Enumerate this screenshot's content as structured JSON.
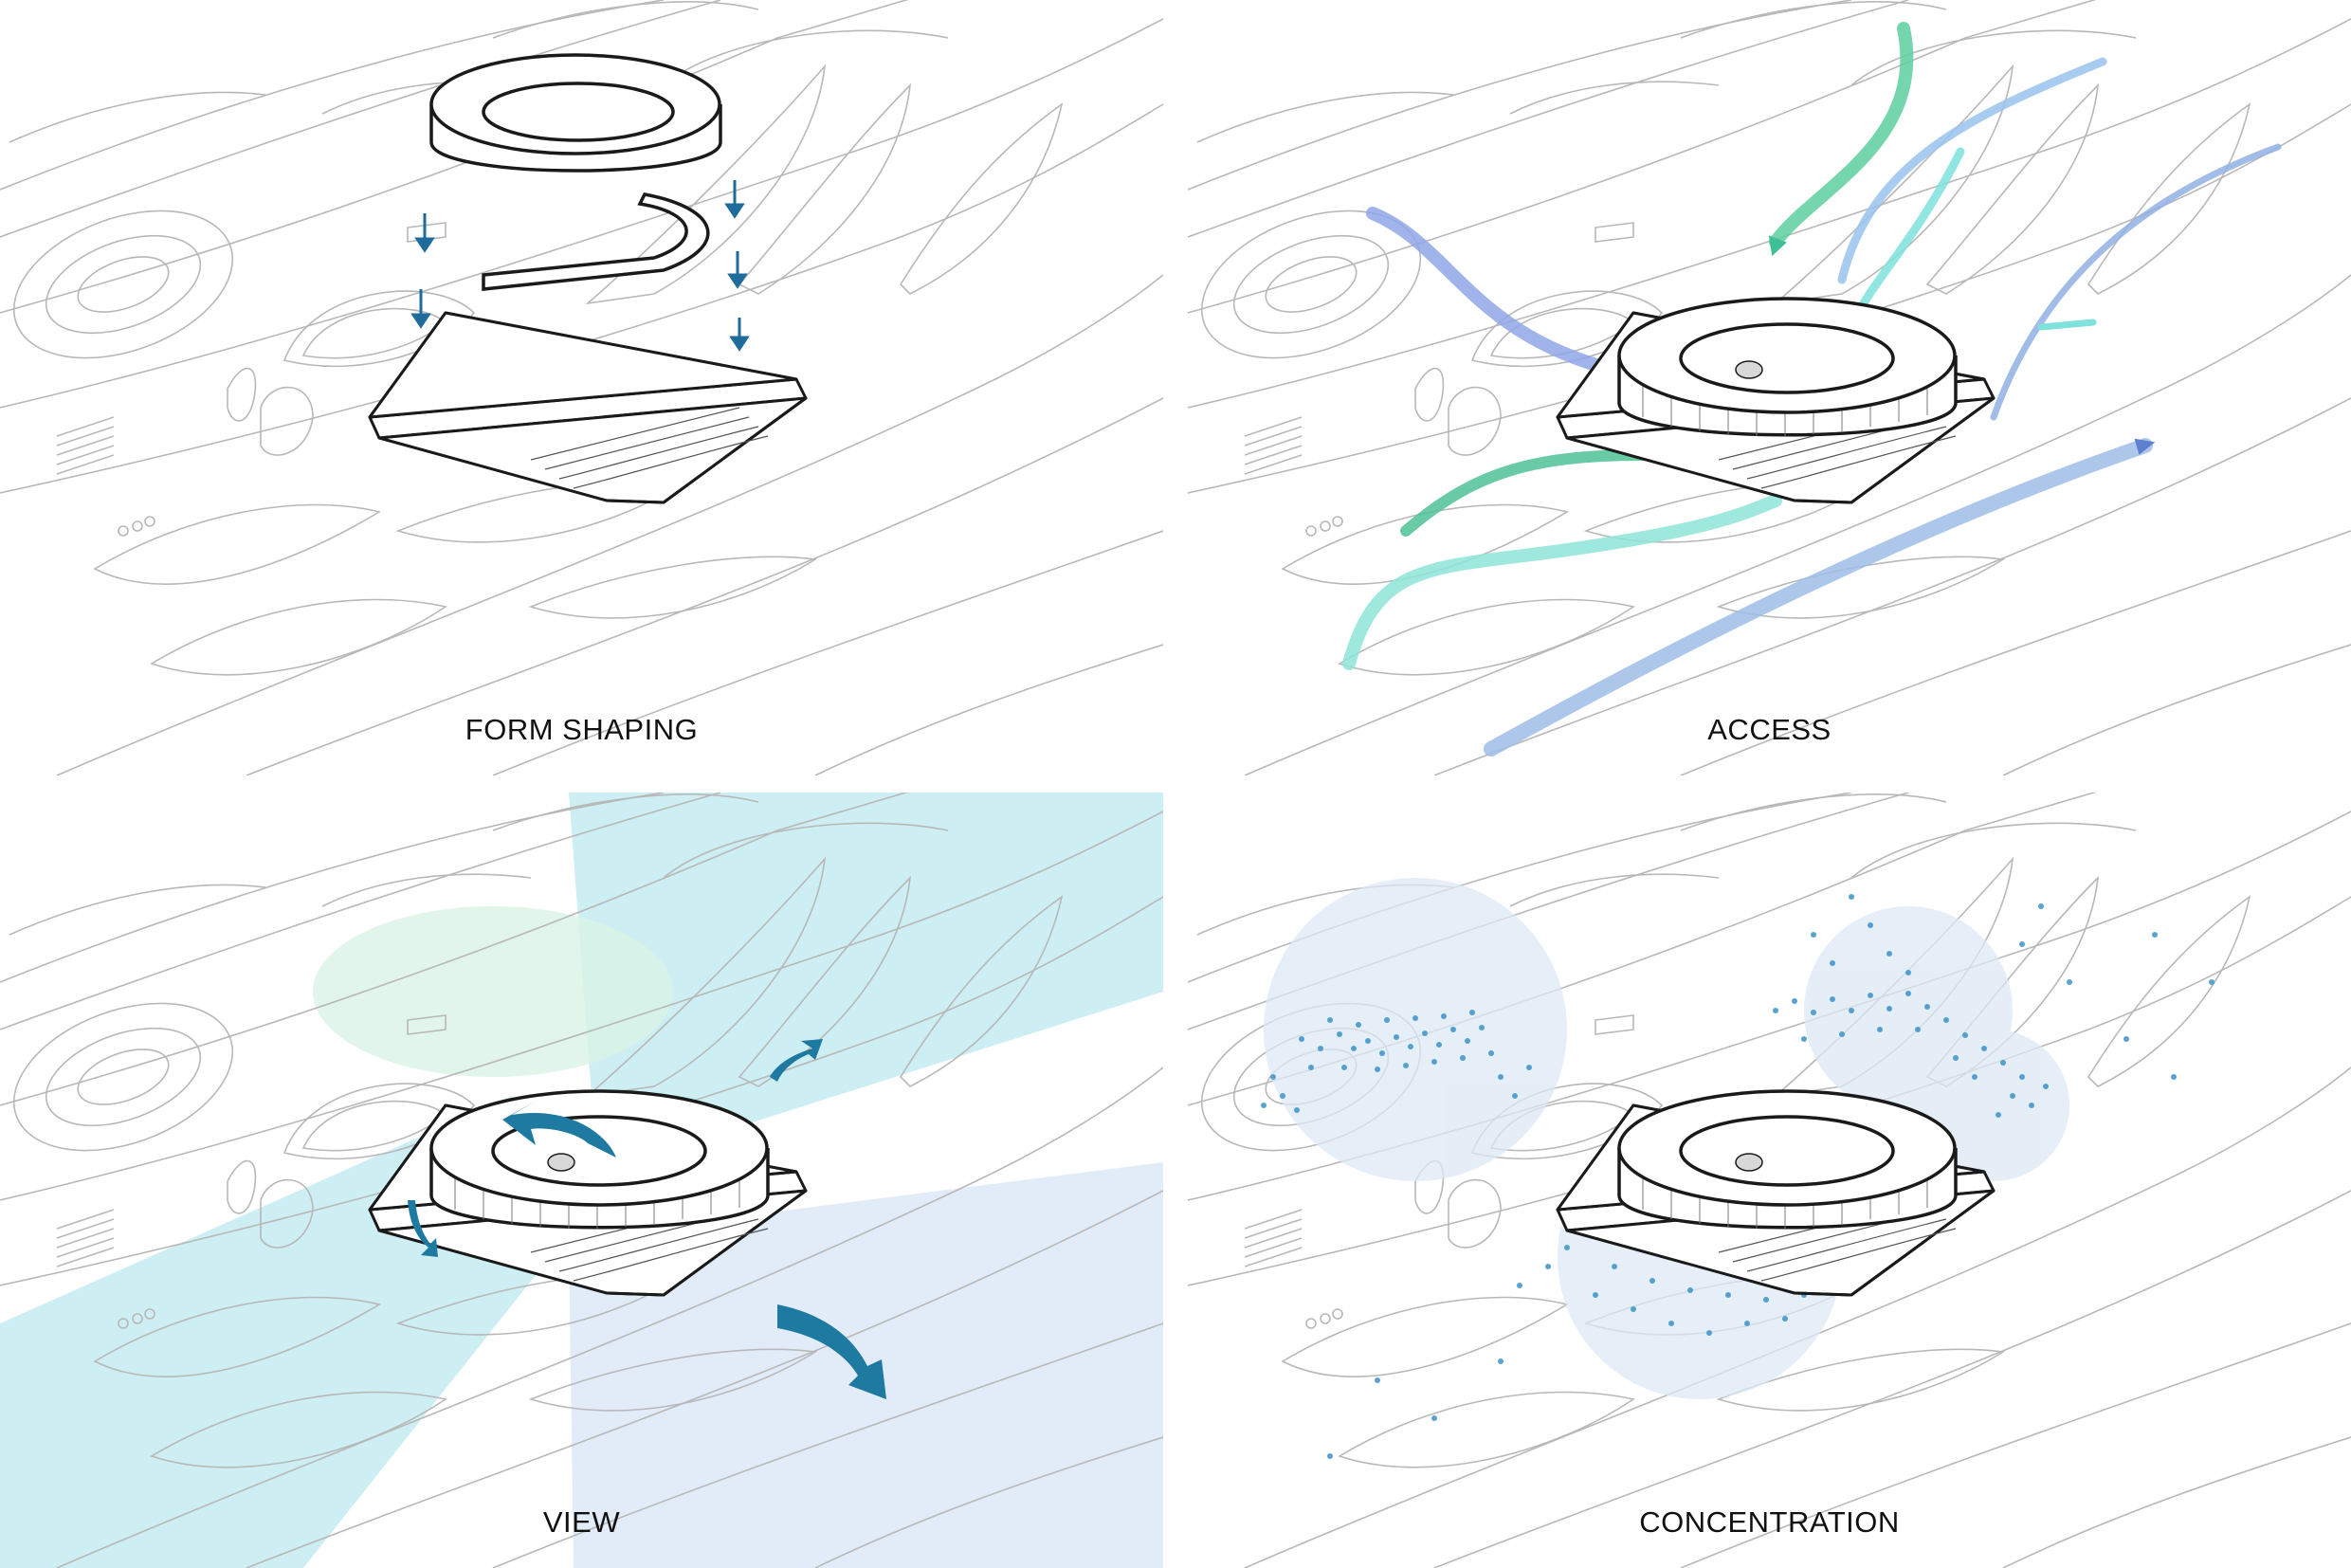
{
  "panels": [
    {
      "id": "form-shaping",
      "label": "FORM SHAPING"
    },
    {
      "id": "access",
      "label": "ACCESS"
    },
    {
      "id": "view",
      "label": "VIEW"
    },
    {
      "id": "concentration",
      "label": "CONCENTRATION"
    }
  ],
  "colors": {
    "sketch": "#b3b3b3",
    "building": "#1a1a1a",
    "down_arrow": "#1f6b9c",
    "access_green": "#3fbf95",
    "access_cyan": "#7fe2dc",
    "access_blue": "#6f8fd8",
    "view_cyan": "#cdeef2",
    "view_blue": "#e2ecf9",
    "view_arrow": "#1e7aa0",
    "crowd_dot": "#3c93c8",
    "crowd_halo": "#dde9f5"
  }
}
